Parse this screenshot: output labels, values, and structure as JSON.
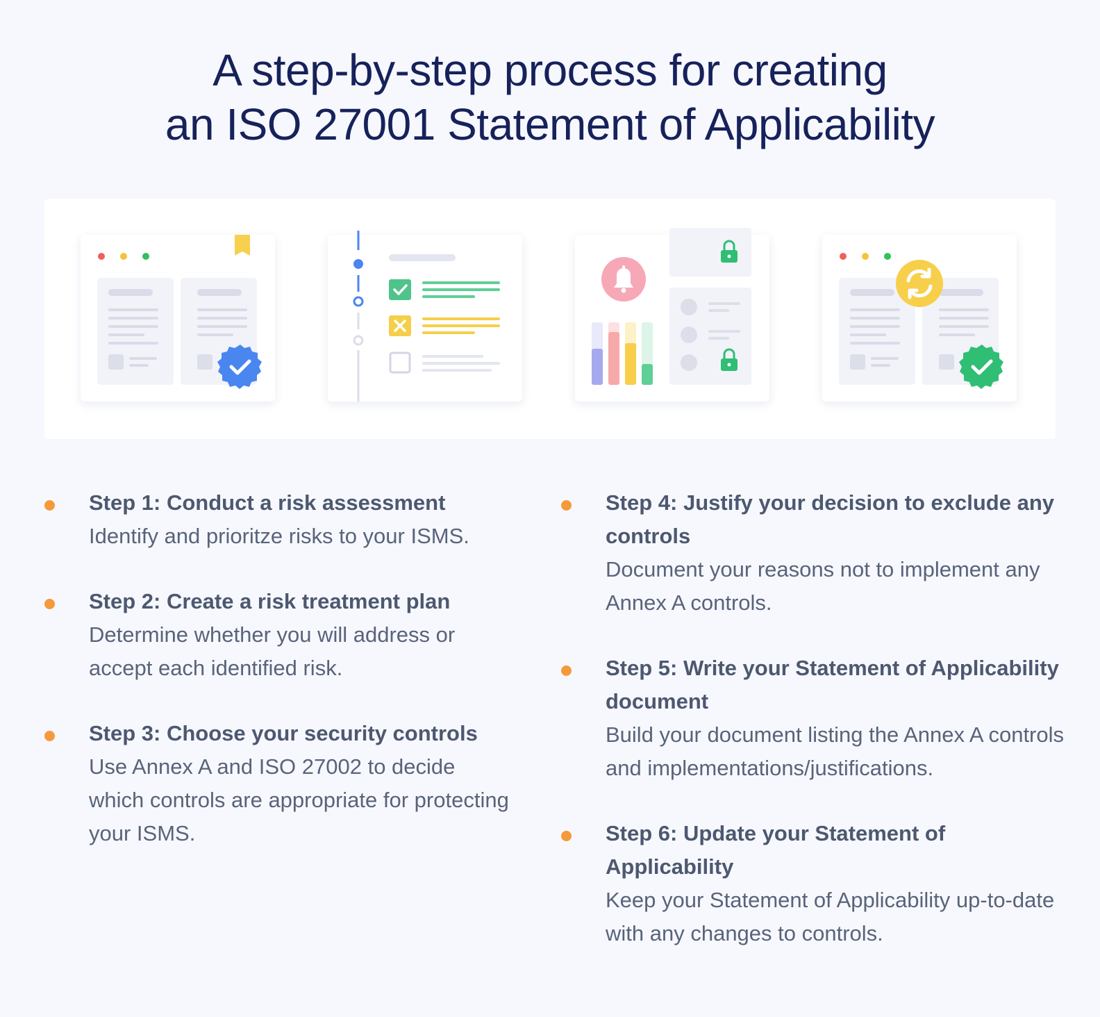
{
  "title": {
    "line1": "A step-by-step process for creating",
    "line2": "an ISO 27001 Statement of Applicability"
  },
  "illustrations": [
    {
      "name": "documents-verified",
      "icons": [
        "bookmark-icon",
        "check-badge-icon"
      ]
    },
    {
      "name": "checklist-timeline",
      "icons": [
        "checkbox-checked-icon",
        "checkbox-x-icon",
        "checkbox-empty-icon"
      ]
    },
    {
      "name": "alerts-dashboard",
      "icons": [
        "bell-icon",
        "lock-icon",
        "bar-chart-icon"
      ]
    },
    {
      "name": "documents-updated",
      "icons": [
        "refresh-icon",
        "check-badge-icon"
      ]
    }
  ],
  "colors": {
    "title": "#17215a",
    "bullet": "#f59a3a",
    "blue": "#4a86f0",
    "green": "#2fbe74",
    "yellow": "#f5cf4a",
    "pink": "#f7a8b6"
  },
  "steps": [
    {
      "title": "Step 1: Conduct a risk assessment",
      "desc": "Identify and prioritze risks to your ISMS."
    },
    {
      "title": "Step 2: Create a risk treatment plan",
      "desc": "Determine whether you will address or accept each identified risk."
    },
    {
      "title": "Step 3: Choose your security controls",
      "desc": "Use Annex A and ISO 27002 to decide which controls are appropriate for protecting your ISMS."
    },
    {
      "title": "Step 4: Justify your decision to exclude any controls",
      "desc": "Document your reasons not to implement any Annex A controls."
    },
    {
      "title": "Step 5: Write your Statement of Applicability document",
      "desc": "Build your document listing the Annex A controls and implementations/justifications."
    },
    {
      "title": "Step 6: Update your Statement of Applicability",
      "desc": "Keep your Statement of Applicability up-to-date with any changes to controls."
    }
  ]
}
